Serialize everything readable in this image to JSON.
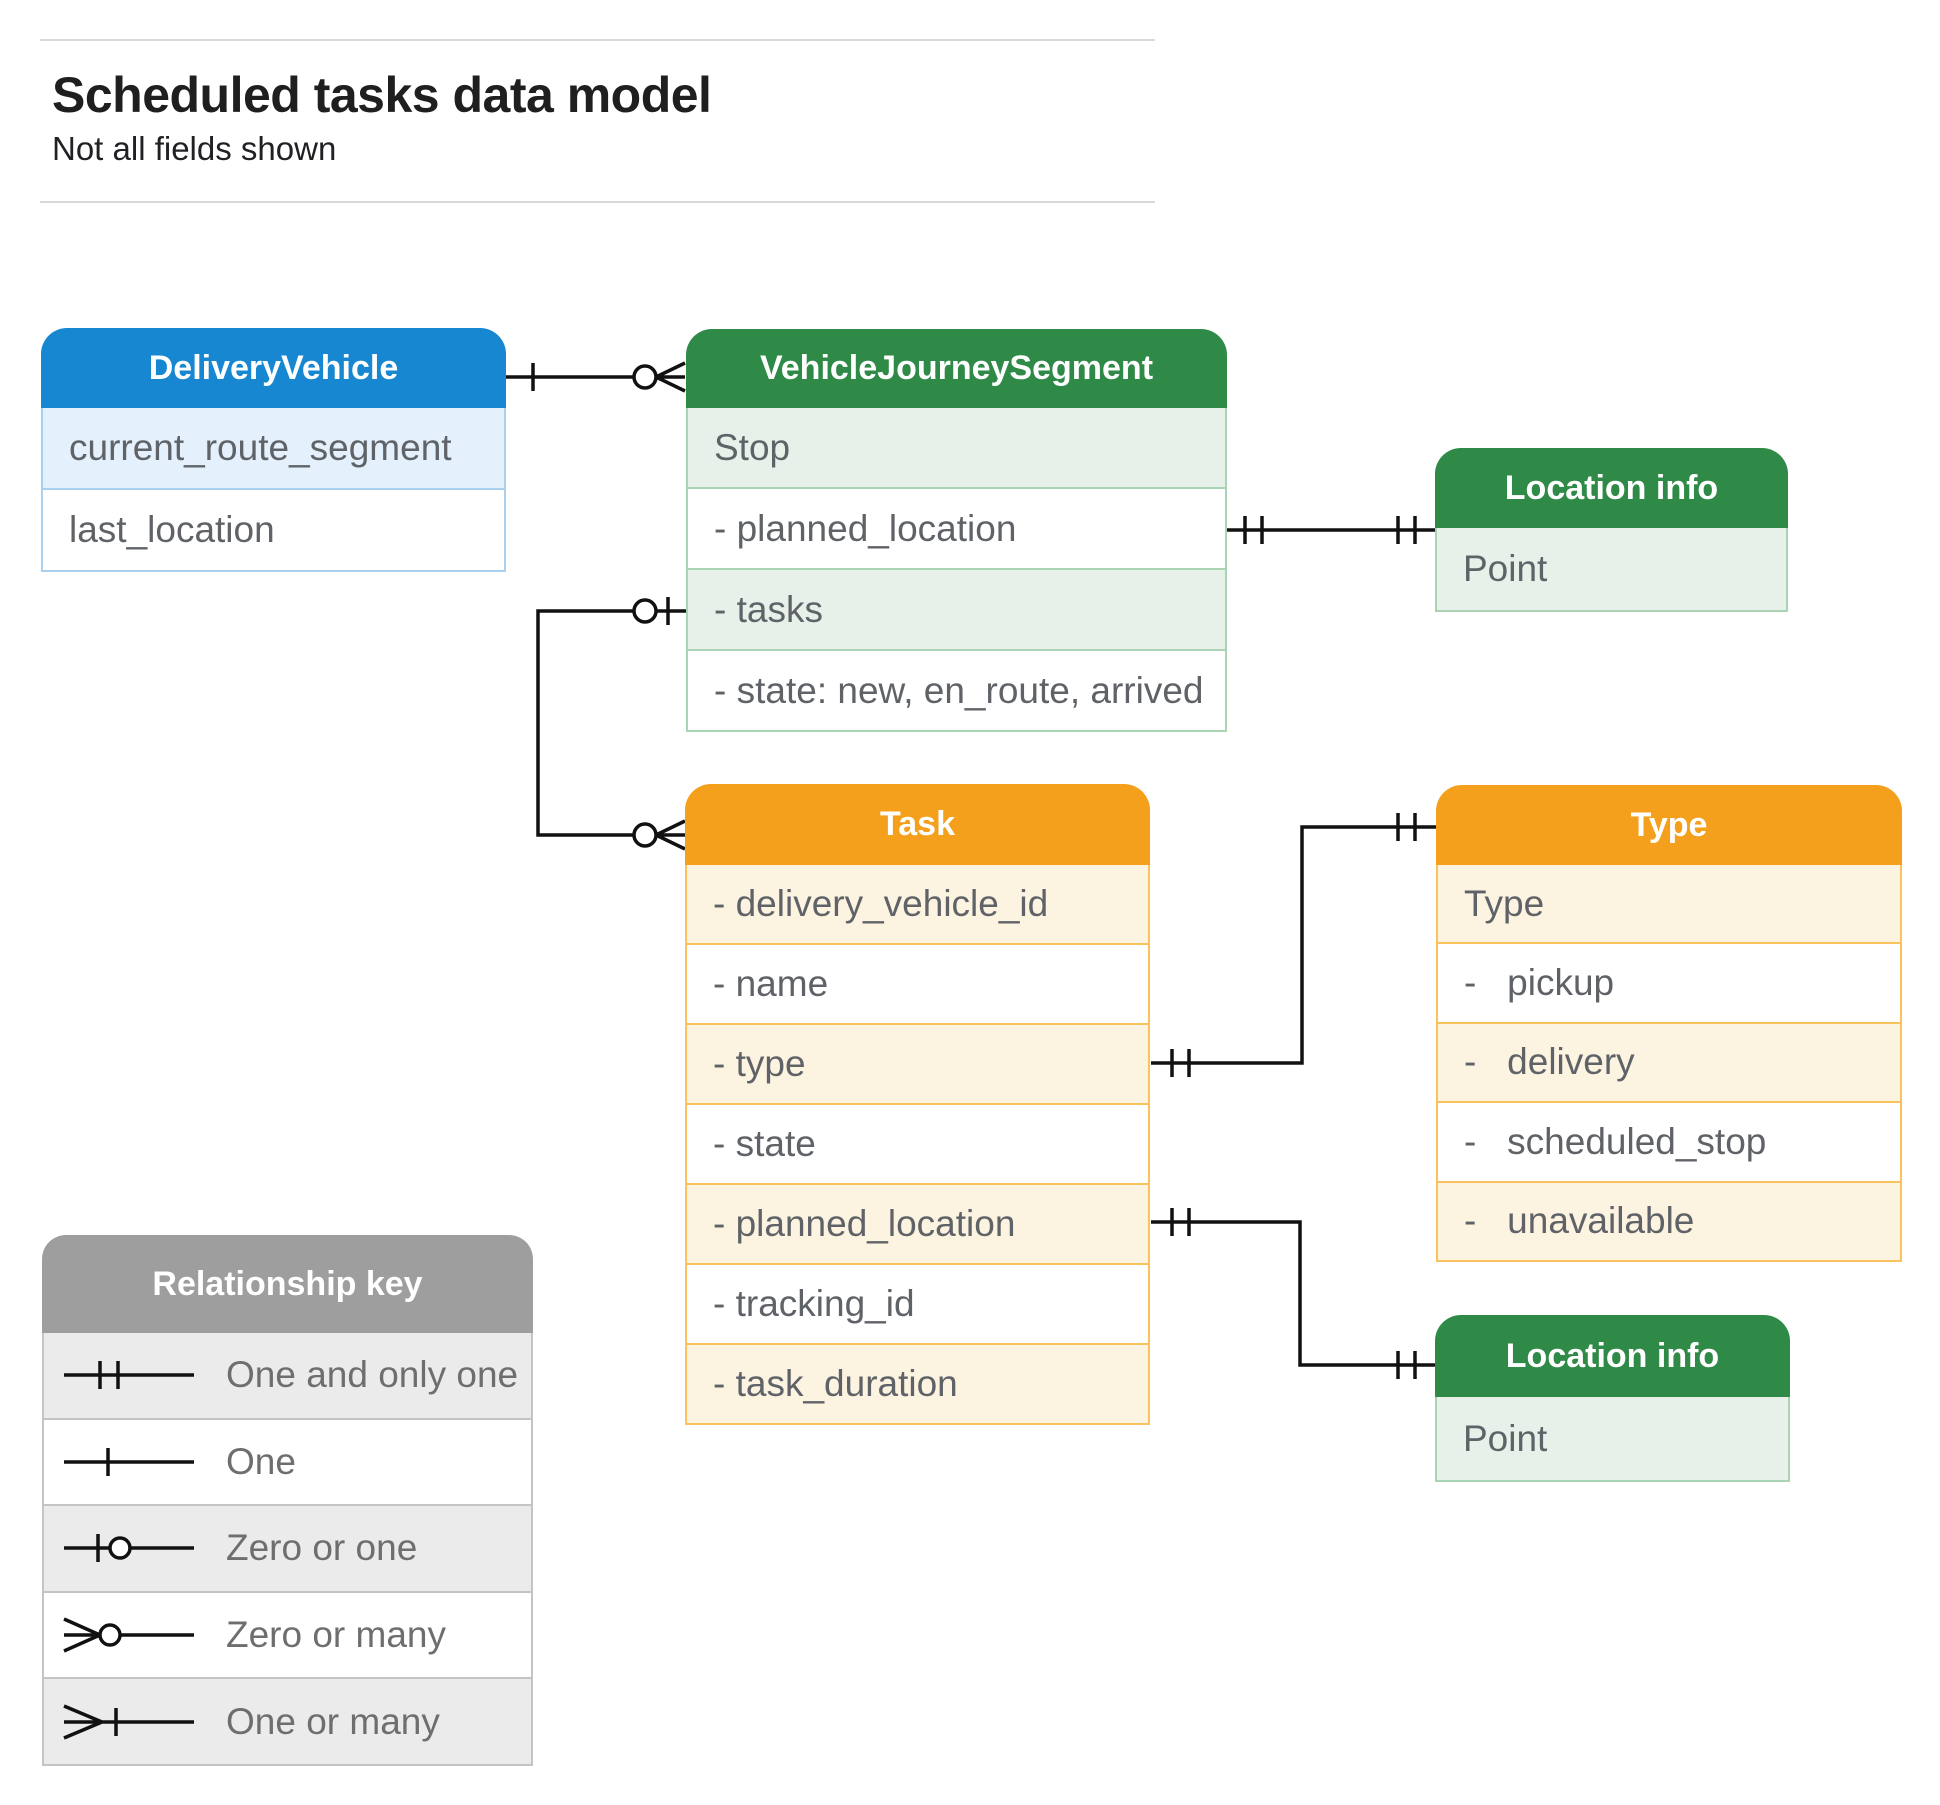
{
  "page": {
    "title": "Scheduled tasks data model",
    "subtitle": "Not all fields shown"
  },
  "colors": {
    "blue_header": "#1787d1",
    "green_header": "#2f8a47",
    "orange_header": "#f5a01d",
    "gray_header": "#9e9e9e",
    "connector": "#111111"
  },
  "entities": {
    "delivery_vehicle": {
      "title": "DeliveryVehicle",
      "rows": [
        "current_route_segment",
        "last_location"
      ]
    },
    "vehicle_journey_segment": {
      "title": "VehicleJourneySegment",
      "rows": [
        "Stop",
        "- planned_location",
        "- tasks",
        "- state: new, en_route, arrived"
      ]
    },
    "location_info_top": {
      "title": "Location info",
      "rows": [
        "Point"
      ]
    },
    "task": {
      "title": "Task",
      "rows": [
        "- delivery_vehicle_id",
        "- name",
        "- type",
        "- state",
        "- planned_location",
        "- tracking_id",
        "- task_duration"
      ]
    },
    "type": {
      "title": "Type",
      "rows": [
        "Type",
        "-   pickup",
        "-   delivery",
        "-   scheduled_stop",
        "-   unavailable"
      ]
    },
    "location_info_bottom": {
      "title": "Location info",
      "rows": [
        "Point"
      ]
    }
  },
  "legend": {
    "title": "Relationship key",
    "items": [
      {
        "symbol": "one-and-only-one",
        "label": "One and only one"
      },
      {
        "symbol": "one",
        "label": "One"
      },
      {
        "symbol": "zero-or-one",
        "label": "Zero or one"
      },
      {
        "symbol": "zero-or-many",
        "label": "Zero or many"
      },
      {
        "symbol": "one-or-many",
        "label": "One or many"
      }
    ]
  },
  "relationships": [
    {
      "from": "DeliveryVehicle",
      "to": "VehicleJourneySegment",
      "from_cardinality": "one",
      "to_cardinality": "zero-or-many"
    },
    {
      "from": "VehicleJourneySegment.tasks",
      "to": "Task",
      "from_cardinality": "zero-or-one",
      "to_cardinality": "zero-or-many"
    },
    {
      "from": "VehicleJourneySegment.planned_location",
      "to": "Location info",
      "from_cardinality": "one-and-only-one",
      "to_cardinality": "one-and-only-one"
    },
    {
      "from": "Task.type",
      "to": "Type",
      "from_cardinality": "one-and-only-one",
      "to_cardinality": "one-and-only-one"
    },
    {
      "from": "Task.planned_location",
      "to": "Location info",
      "from_cardinality": "one-and-only-one",
      "to_cardinality": "one-and-only-one"
    }
  ]
}
